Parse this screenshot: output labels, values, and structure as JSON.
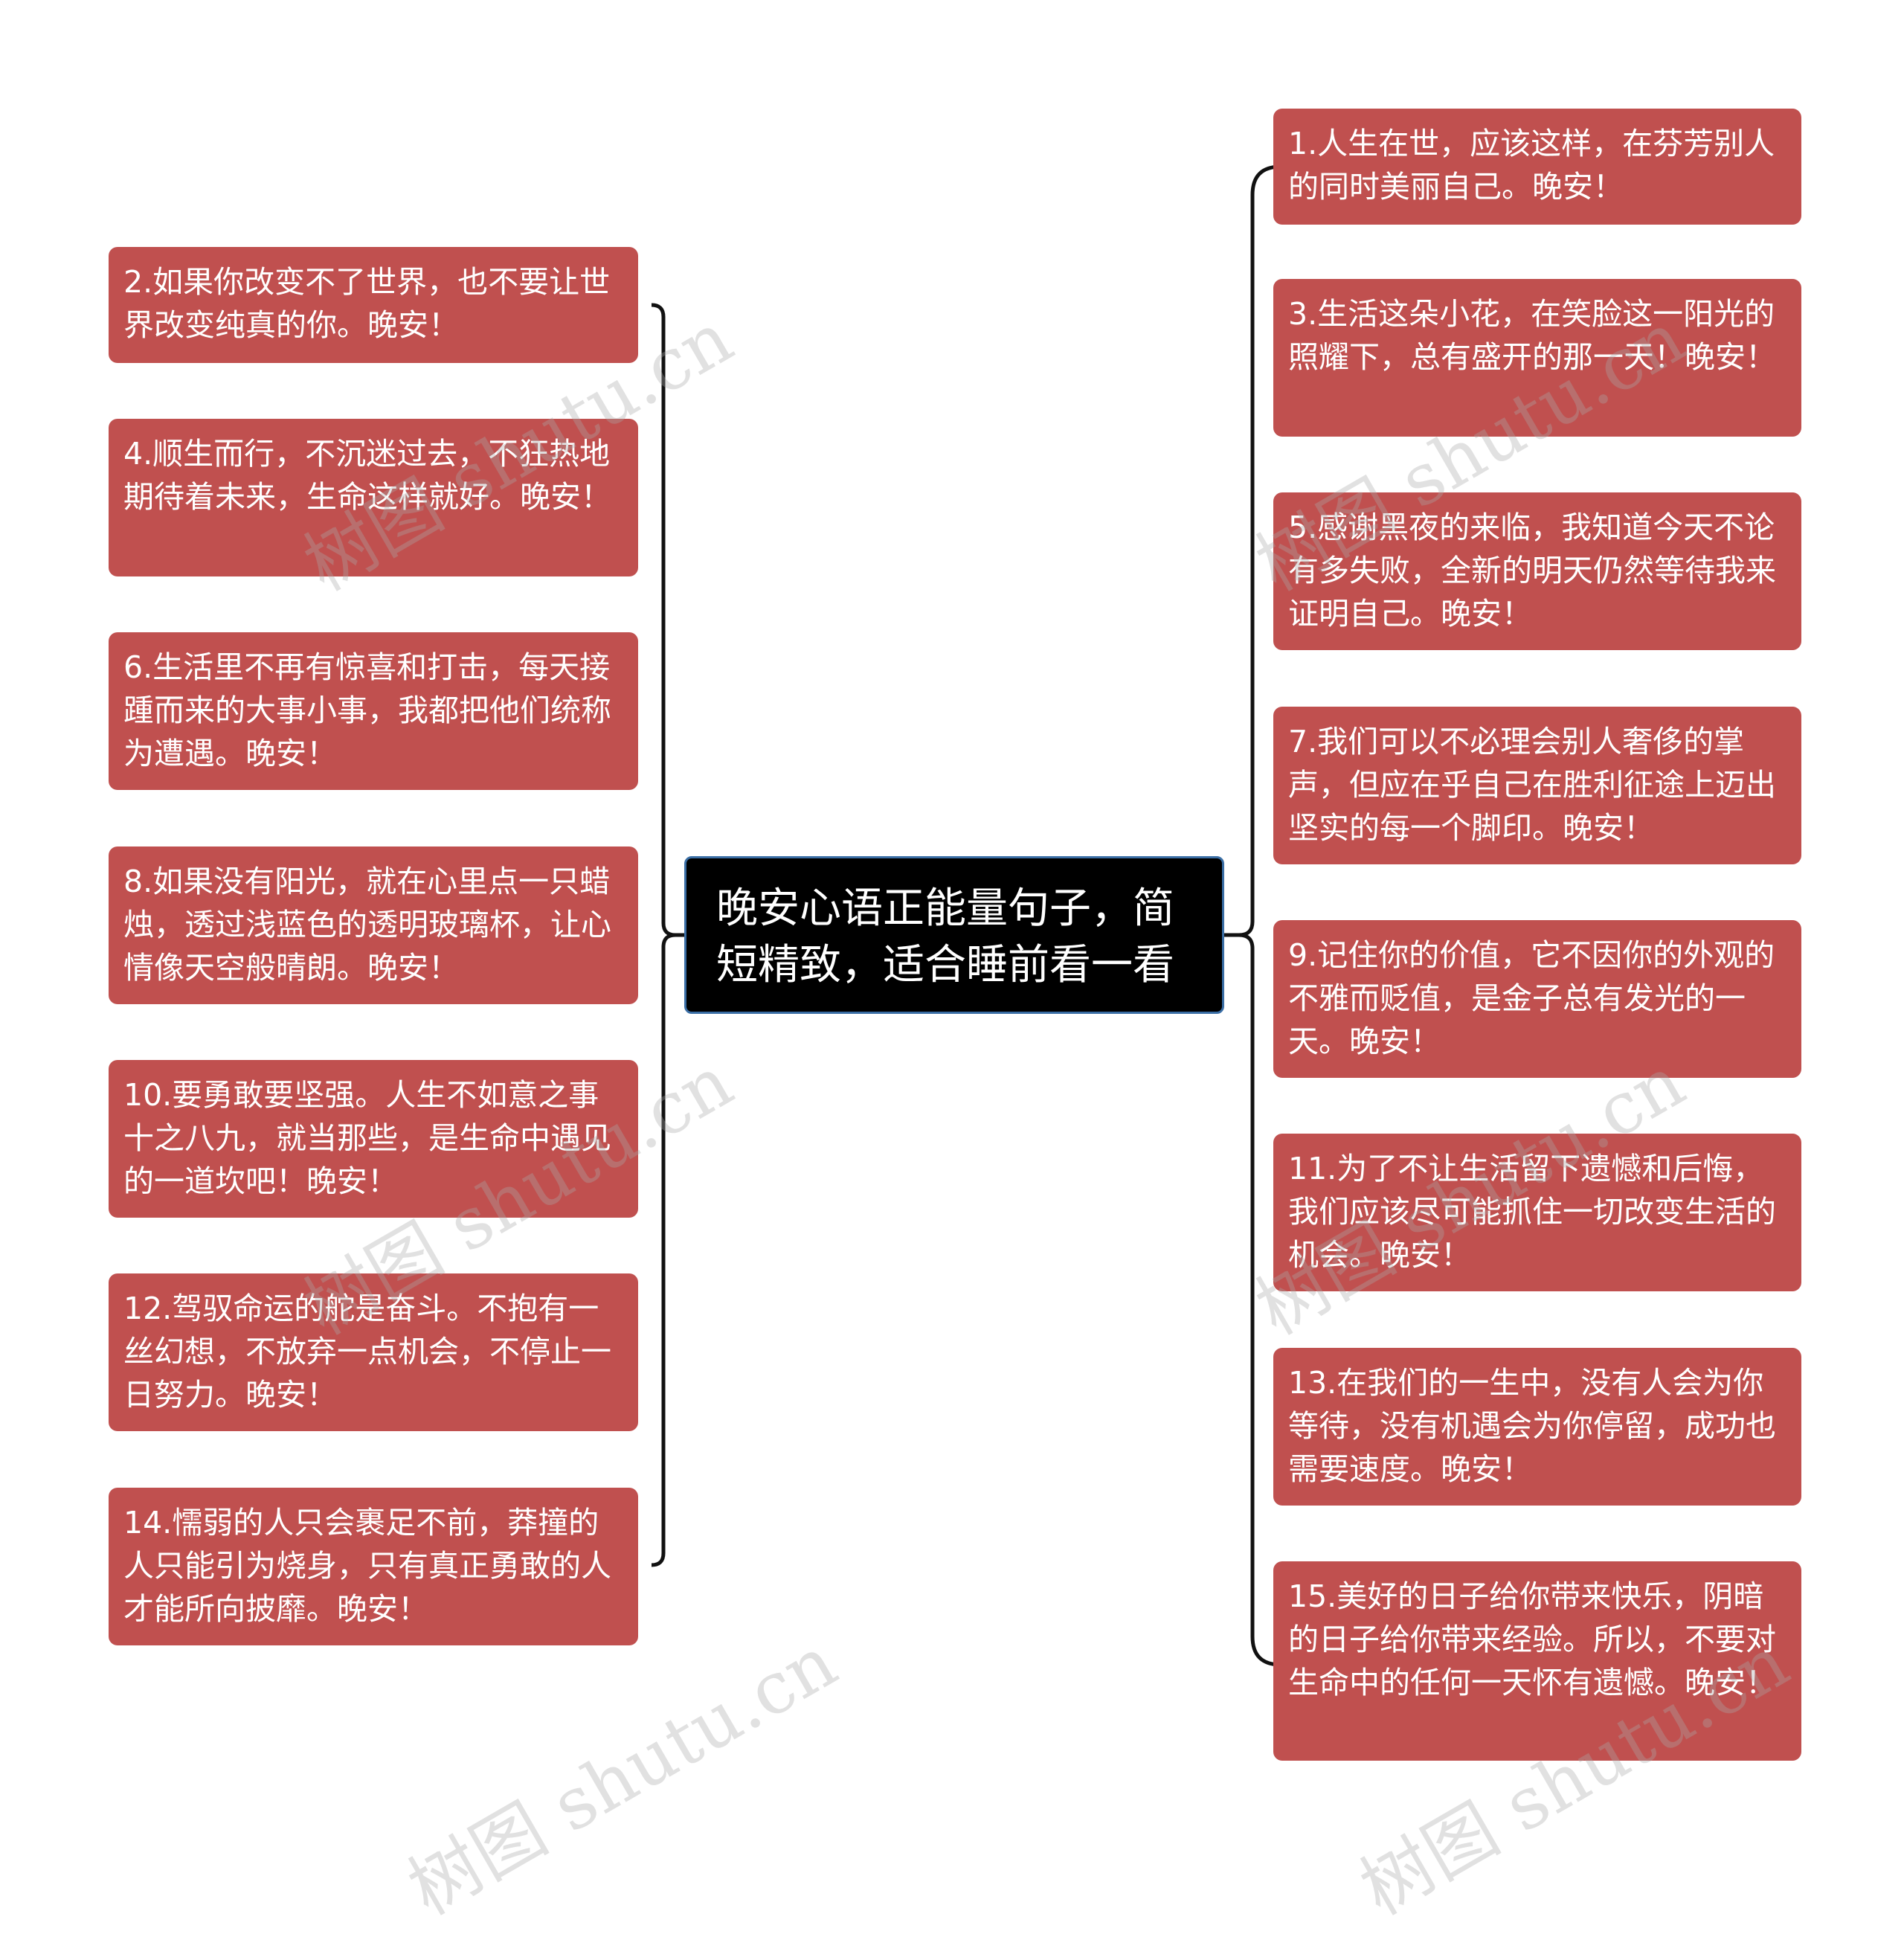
{
  "root": {
    "label": "晚安心语正能量句子，简短精致，适合睡前看一看"
  },
  "left_nodes": [
    "2.如果你改变不了世界，也不要让世界改变纯真的你。晚安！",
    "4.顺生而行，不沉迷过去，不狂热地期待着未来，生命这样就好。晚安！",
    "6.生活里不再有惊喜和打击，每天接踵而来的大事小事，我都把他们统称为遭遇。晚安！",
    "8.如果没有阳光，就在心里点一只蜡烛，透过浅蓝色的透明玻璃杯，让心情像天空般晴朗。晚安！",
    "10.要勇敢要坚强。人生不如意之事十之八九，就当那些，是生命中遇见的一道坎吧！晚安！",
    "12.驾驭命运的舵是奋斗。不抱有一丝幻想，不放弃一点机会，不停止一日努力。晚安！",
    "14.懦弱的人只会裹足不前，莽撞的人只能引为烧身，只有真正勇敢的人才能所向披靡。晚安！"
  ],
  "right_nodes": [
    "1.人生在世，应该这样，在芬芳别人的同时美丽自己。晚安！",
    "3.生活这朵小花，在笑脸这一阳光的照耀下，总有盛开的那一天！晚安！",
    "5.感谢黑夜的来临，我知道今天不论有多失败，全新的明天仍然等待我来证明自己。晚安！",
    "7.我们可以不必理会别人奢侈的掌声，但应在乎自己在胜利征途上迈出坚实的每一个脚印。晚安！",
    "9.记住你的价值，它不因你的外观的不雅而贬值，是金子总有发光的一天。晚安！",
    "11.为了不让生活留下遗憾和后悔，我们应该尽可能抓住一切改变生活的机会。晚安！",
    "13.在我们的一生中，没有人会为你等待，没有机遇会为你停留，成功也需要速度。晚安！",
    "15.美好的日子给你带来快乐，阴暗的日子给你带来经验。所以，不要对生命中的任何一天怀有遗憾。晚安！"
  ],
  "watermark": "树图 shutu.cn",
  "colors": {
    "node_fill": "#c0504f",
    "root_fill": "#000000",
    "root_border": "#3a6ea5",
    "connector": "#111111"
  }
}
